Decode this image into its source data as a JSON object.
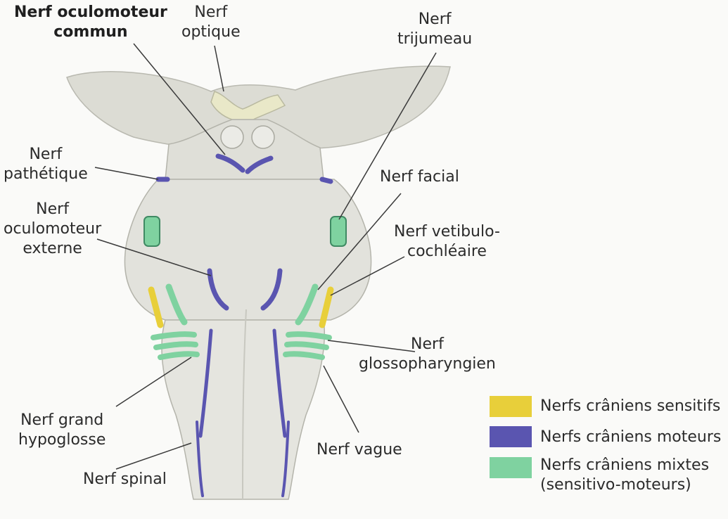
{
  "labels": {
    "oculomoteur_commun": [
      "Nerf oculomoteur",
      "commun"
    ],
    "optique": [
      "Nerf",
      "optique"
    ],
    "trijumeau": [
      "Nerf",
      "trijumeau"
    ],
    "pathetique": [
      "Nerf",
      "pathétique"
    ],
    "facial": [
      "Nerf facial"
    ],
    "oculomoteur_externe": [
      "Nerf",
      "oculomoteur",
      "externe"
    ],
    "vestibulo": [
      "Nerf vetibulo-",
      "cochléaire"
    ],
    "glosso": [
      "Nerf",
      "glossopharyngien"
    ],
    "grand_hypoglosse": [
      "Nerf grand",
      "hypoglosse"
    ],
    "vague": [
      "Nerf vague"
    ],
    "spinal": [
      "Nerf spinal"
    ]
  },
  "legend": [
    {
      "label": "Nerfs crâniens sensitifs",
      "color": "#e8cf3a"
    },
    {
      "label": "Nerfs crâniens moteurs",
      "color": "#5a55b0"
    },
    {
      "label": "Nerfs crâniens mixtes",
      "label2": "(sensitivo-moteurs)",
      "color": "#7fd2a0"
    }
  ]
}
